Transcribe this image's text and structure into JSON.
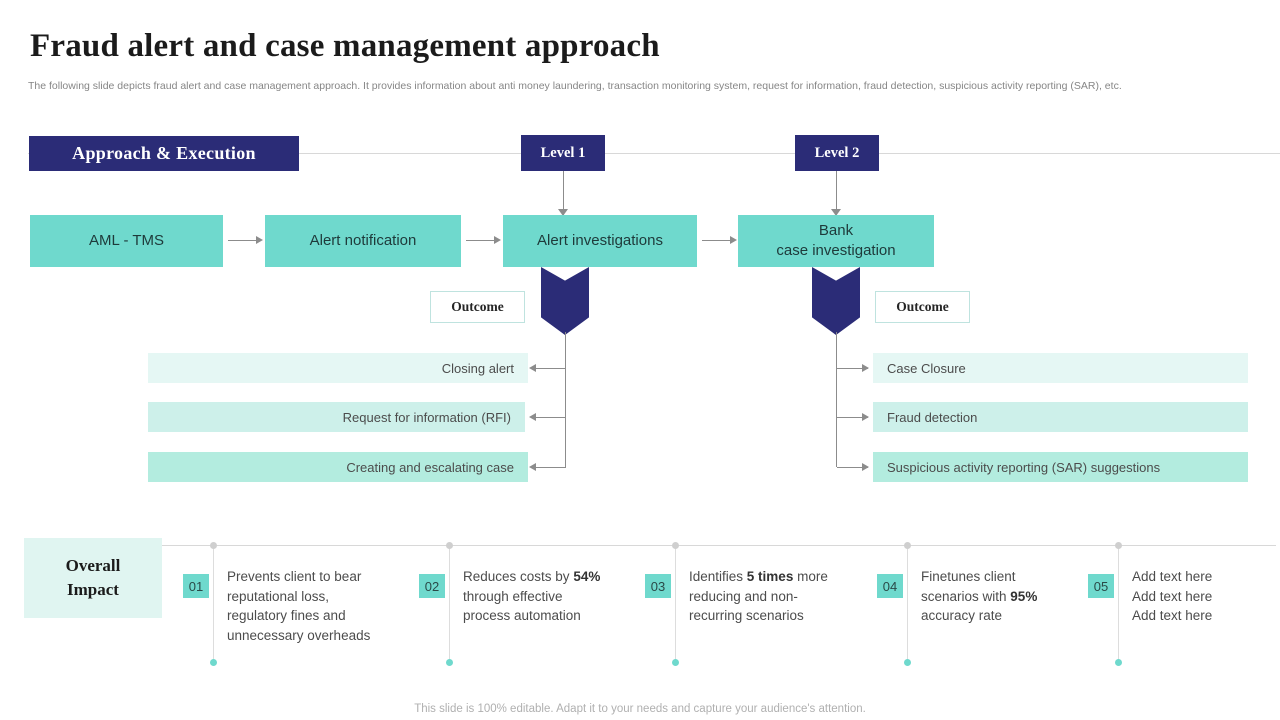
{
  "header": {
    "title": "Fraud alert and case management approach",
    "subtitle": "The following slide depicts fraud alert and case management approach. It provides information about anti money laundering, transaction monitoring system, request for information, fraud detection, suspicious activity reporting (SAR), etc."
  },
  "band": {
    "approach_label": "Approach & Execution",
    "level1_label": "Level 1",
    "level2_label": "Level 2"
  },
  "process": {
    "steps": [
      {
        "label": "AML - TMS"
      },
      {
        "label": "Alert notification"
      },
      {
        "label": "Alert investigations"
      },
      {
        "label": "Bank\ncase investigation"
      }
    ]
  },
  "outcomes": {
    "chip_left_label": "Outcome",
    "chip_right_label": "Outcome",
    "left_items": [
      "Closing alert",
      "Request for information (RFI)",
      "Creating and escalating case"
    ],
    "right_items": [
      "Case Closure",
      "Fraud detection",
      "Suspicious activity reporting (SAR) suggestions"
    ]
  },
  "impact": {
    "panel_label": "Overall\nImpact",
    "items": [
      {
        "num": "01",
        "text_html": "Prevents client to bear reputational loss, regulatory fines and unnecessary overheads"
      },
      {
        "num": "02",
        "text_html": "Reduces costs by <b>54%</b> through effective process automation"
      },
      {
        "num": "03",
        "text_html": "Identifies <b>5 times</b> more reducing and non-recurring scenarios"
      },
      {
        "num": "04",
        "text_html": "Finetunes client scenarios with <b>95%</b> accuracy rate"
      },
      {
        "num": "05",
        "text_html": "Add text here<br>Add text here<br>Add text here"
      }
    ]
  },
  "footer": {
    "note": "This slide is 100% editable. Adapt it to your needs and capture your audience's attention."
  },
  "colors": {
    "navy": "#2b2c77",
    "teal": "#6fd9cd",
    "teal_light": "#e5f7f4",
    "teal_mid": "#cdf0ea",
    "teal_dark": "#b3ecdf",
    "panel_teal": "#e0f5f1",
    "line_gray": "#8c8c8c"
  }
}
